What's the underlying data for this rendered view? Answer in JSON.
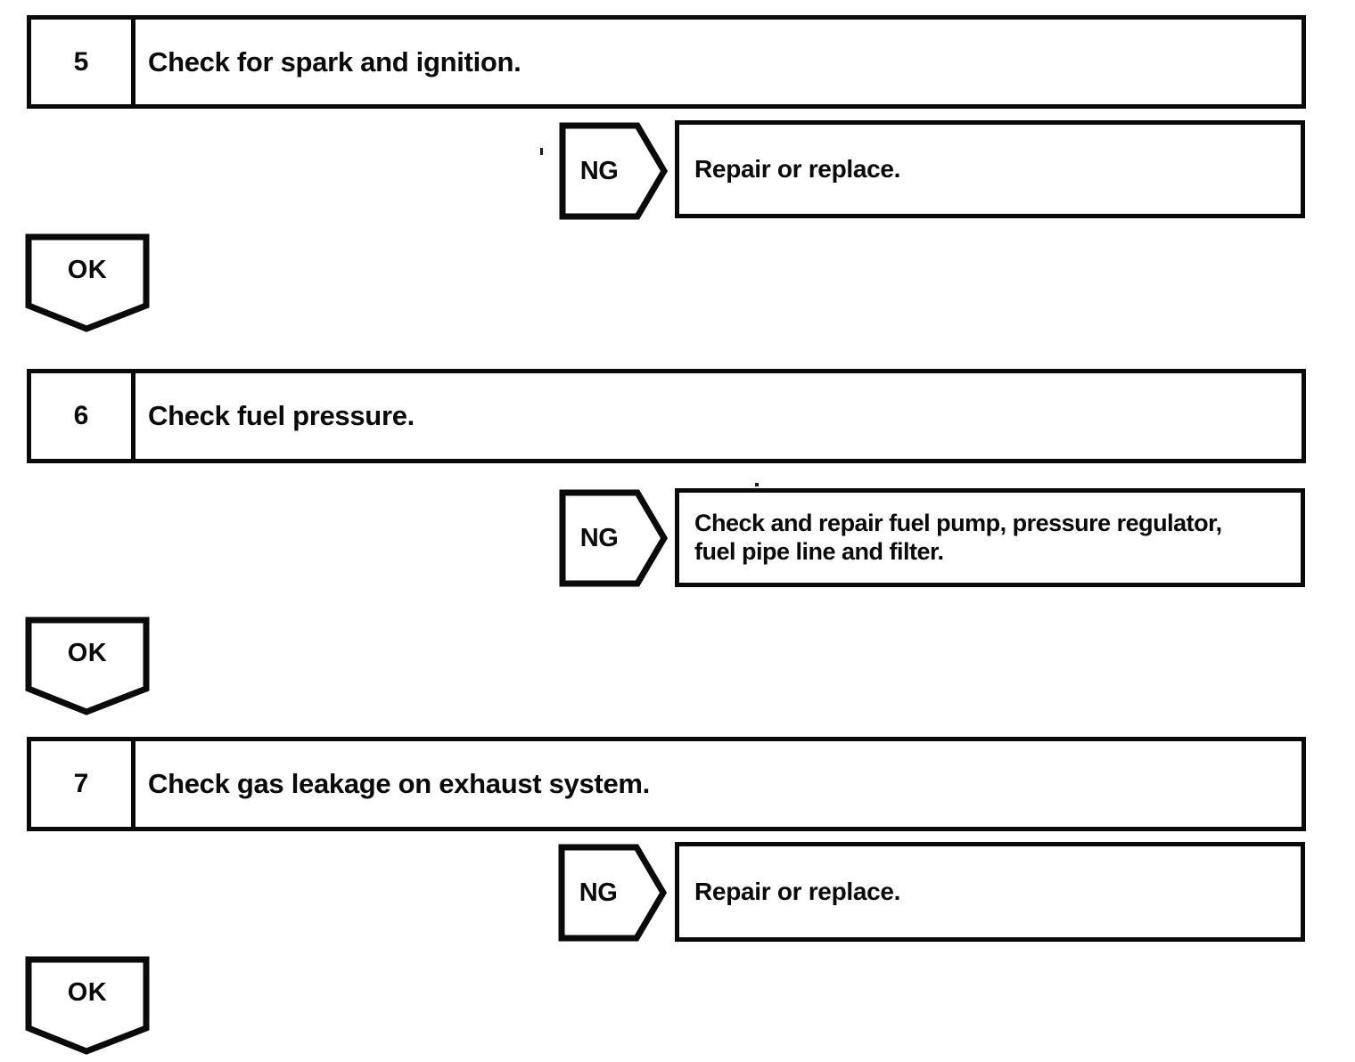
{
  "flowchart": {
    "colors": {
      "ink": "#0a0a0a",
      "paper": "#ffffff"
    },
    "steps": [
      {
        "number": "5",
        "label": "Check for spark and ignition.",
        "ng_label": "NG",
        "ng_action_lines": [
          "Repair or replace."
        ],
        "ok_label": "OK"
      },
      {
        "number": "6",
        "label": "Check fuel pressure.",
        "ng_label": "NG",
        "ng_action_lines": [
          "Check and repair fuel pump, pressure regulator,",
          "fuel pipe line and filter."
        ],
        "ok_label": "OK"
      },
      {
        "number": "7",
        "label": "Check gas leakage on exhaust system.",
        "ng_label": "NG",
        "ng_action_lines": [
          "Repair or replace."
        ],
        "ok_label": "OK"
      }
    ]
  }
}
